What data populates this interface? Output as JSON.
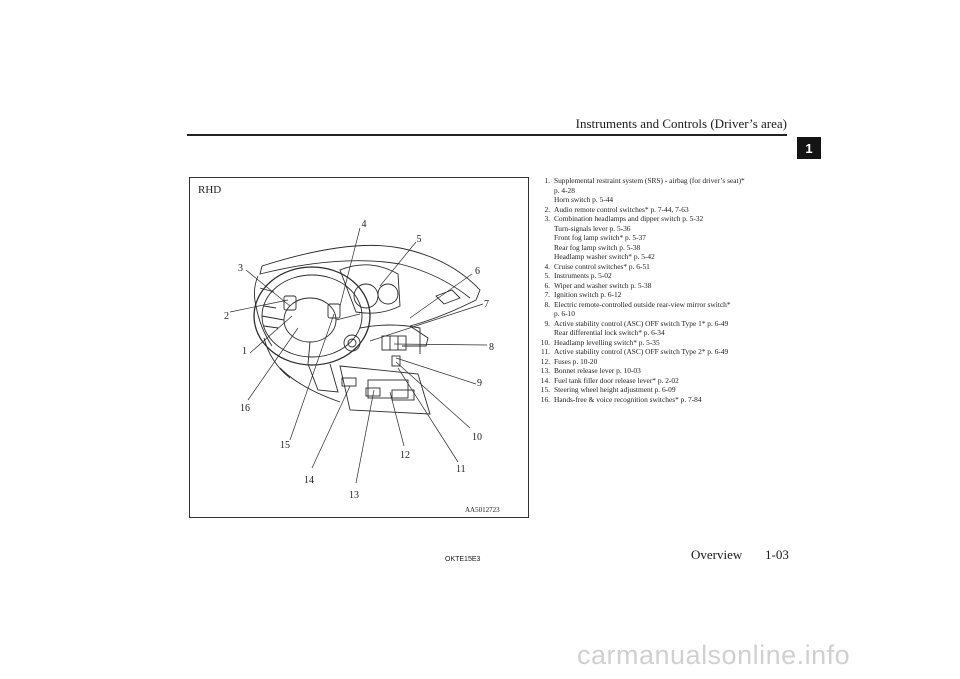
{
  "header": {
    "title": "Instruments and Controls (Driver’s area)"
  },
  "chapter_tab": "1",
  "figure": {
    "label": "RHD",
    "code": "AA5012723",
    "callouts": [
      "1",
      "2",
      "3",
      "4",
      "5",
      "6",
      "7",
      "8",
      "9",
      "10",
      "11",
      "12",
      "13",
      "14",
      "15",
      "16"
    ]
  },
  "legend": [
    {
      "num": "1.",
      "text": "Supplemental restraint system (SRS) - airbag (for driver’s seat)*",
      "sub": [
        "p. 4-28",
        "Horn switch p. 5-44"
      ]
    },
    {
      "num": "2.",
      "text": "Audio remote control switches* p. 7-44, 7-63",
      "sub": []
    },
    {
      "num": "3.",
      "text": "Combination headlamps and dipper switch p. 5-32",
      "sub": [
        "Turn-signals lever p. 5-36",
        "Front fog lamp switch* p. 5-37",
        "Rear fog lamp switch p. 5-38",
        "Headlamp washer switch* p. 5-42"
      ]
    },
    {
      "num": "4.",
      "text": "Cruise control switches* p. 6-51",
      "sub": []
    },
    {
      "num": "5.",
      "text": "Instruments p. 5-02",
      "sub": []
    },
    {
      "num": "6.",
      "text": "Wiper and washer switch p. 5-38",
      "sub": []
    },
    {
      "num": "7.",
      "text": "Ignition switch p. 6-12",
      "sub": []
    },
    {
      "num": "8.",
      "text": "Electric remote-controlled outside rear-view mirror switch*",
      "sub": [
        "p. 6-10"
      ]
    },
    {
      "num": "9.",
      "text": "Active stability control (ASC) OFF switch Type 1* p. 6-49",
      "sub": [
        "Rear differential lock switch* p. 6-34"
      ]
    },
    {
      "num": "10.",
      "text": "Headlamp levelling switch* p. 5-35",
      "sub": []
    },
    {
      "num": "11.",
      "text": "Active stability control (ASC) OFF switch Type 2* p. 6-49",
      "sub": []
    },
    {
      "num": "12.",
      "text": "Fuses p. 10-20",
      "sub": []
    },
    {
      "num": "13.",
      "text": "Bonnet release lever p. 10-03",
      "sub": []
    },
    {
      "num": "14.",
      "text": "Fuel tank filler door release lever* p. 2-02",
      "sub": []
    },
    {
      "num": "15.",
      "text": "Steering wheel height adjustment p. 6-09",
      "sub": []
    },
    {
      "num": "16.",
      "text": "Hands-free & voice recognition switches* p. 7-84",
      "sub": []
    }
  ],
  "footer": {
    "code": "OKTE15E3",
    "section": "Overview",
    "page": "1-03"
  },
  "watermark": "carmanualsonline.info"
}
